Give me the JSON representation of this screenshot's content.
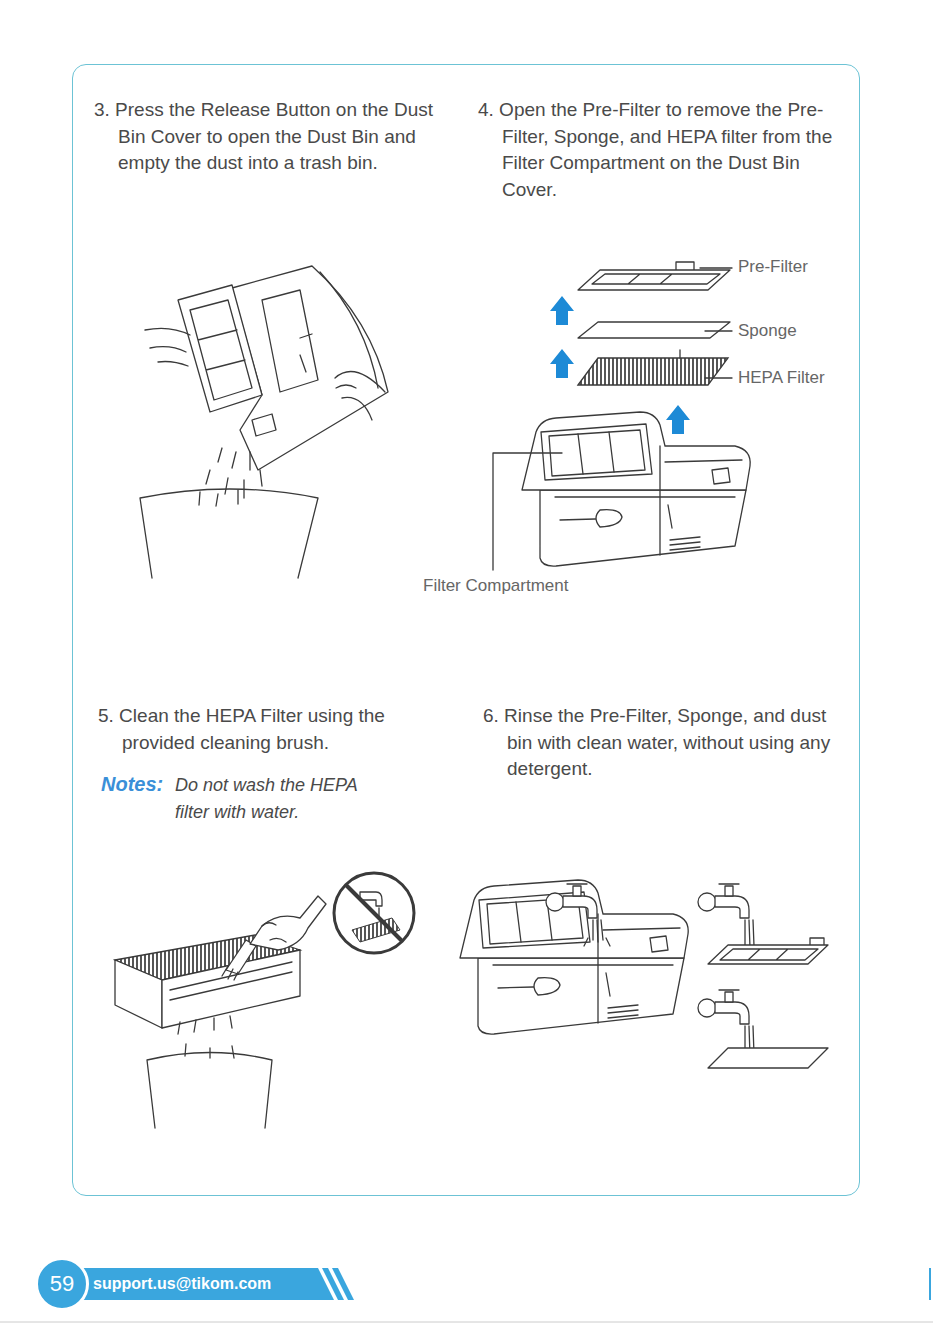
{
  "diagram": {
    "nodes": [
      {
        "text": [
          "3. Press the Release Button on the Dust Bin Cover to open the Dust Bin and empty the dust into a trash bin.",
          "4. Open the Pre-Filter to remove the Pre-Filter, Sponge, and HEPA filter from the Filter Compartment on the Dust Bin Cover.",
          "5. Clean the HEPA Filter using the provided cleaning brush.",
          "Notes:",
          "Do not wash the HEPA filter with water.",
          "6. Rinse the Pre-Filter, Sponge, and dust bin with clean water, without using any detergent."
        ]
      },
      {
        "text": [
          "59"
        ]
      },
      {
        "text": [
          "support.us@tikom.com"
        ]
      }
    ],
    "labels": [
      "Pre-Filter",
      "Sponge",
      "HEPA Filter",
      "Filter Compartment"
    ]
  }
}
